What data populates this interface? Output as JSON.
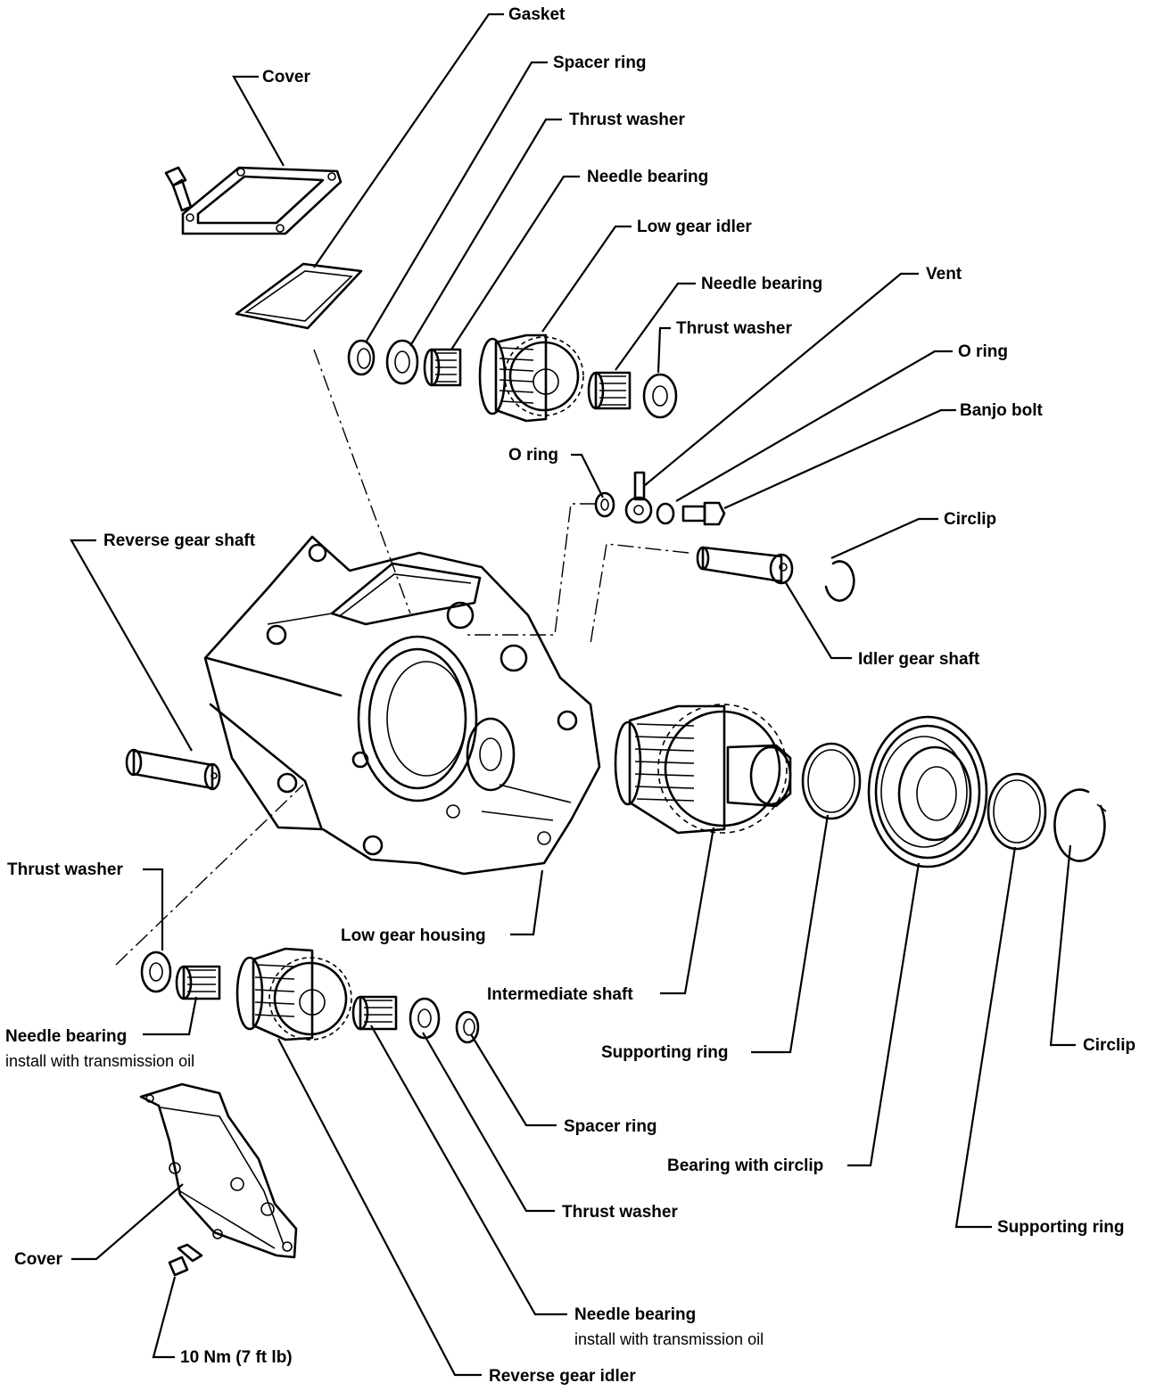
{
  "labels": {
    "gasket": "Gasket",
    "cover_top": "Cover",
    "spacer_ring_top": "Spacer ring",
    "thrust_washer_top": "Thrust washer",
    "needle_bearing_top": "Needle bearing",
    "low_gear_idler": "Low gear idler",
    "needle_bearing_top2": "Needle bearing",
    "thrust_washer_top2": "Thrust washer",
    "vent": "Vent",
    "o_ring_right": "O ring",
    "banjo_bolt": "Banjo bolt",
    "o_ring_left": "O ring",
    "circlip_top": "Circlip",
    "reverse_gear_shaft": "Reverse gear shaft",
    "idler_gear_shaft": "Idler gear shaft",
    "thrust_washer_left": "Thrust washer",
    "low_gear_housing": "Low gear housing",
    "intermediate_shaft": "Intermediate shaft",
    "needle_bearing_left": "Needle bearing",
    "needle_bearing_left_note": "install with transmission oil",
    "supporting_ring_1": "Supporting ring",
    "circlip_right": "Circlip",
    "spacer_ring_bottom": "Spacer ring",
    "bearing_with_circlip": "Bearing with circlip",
    "thrust_washer_bottom": "Thrust washer",
    "supporting_ring_2": "Supporting ring",
    "cover_bottom": "Cover",
    "needle_bearing_bottom": "Needle bearing",
    "needle_bearing_bottom_note": "install with transmission oil",
    "torque": "10 Nm (7 ft lb)",
    "reverse_gear_idler": "Reverse gear idler"
  }
}
